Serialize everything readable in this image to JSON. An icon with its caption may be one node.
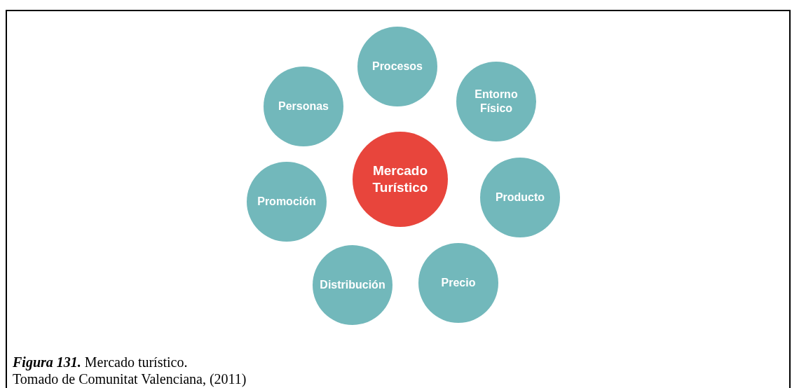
{
  "diagram": {
    "caption": "**Figura 131.** Mercado turístico.",
    "nodes": [
      {
        "text": [
          "Procesos"
        ]
      },
      {
        "text": [
          "Personas"
        ]
      },
      {
        "text": [
          "Entorno Físico"
        ]
      },
      {
        "text": [
          "Mercado Turístico"
        ]
      },
      {
        "text": [
          "Promoción"
        ]
      },
      {
        "text": [
          "Producto"
        ]
      },
      {
        "text": [
          "Distribución"
        ]
      },
      {
        "text": [
          "Precio"
        ]
      }
    ],
    "labels": [
      "Tomado de Comunitat Valenciana, (2011)"
    ]
  }
}
